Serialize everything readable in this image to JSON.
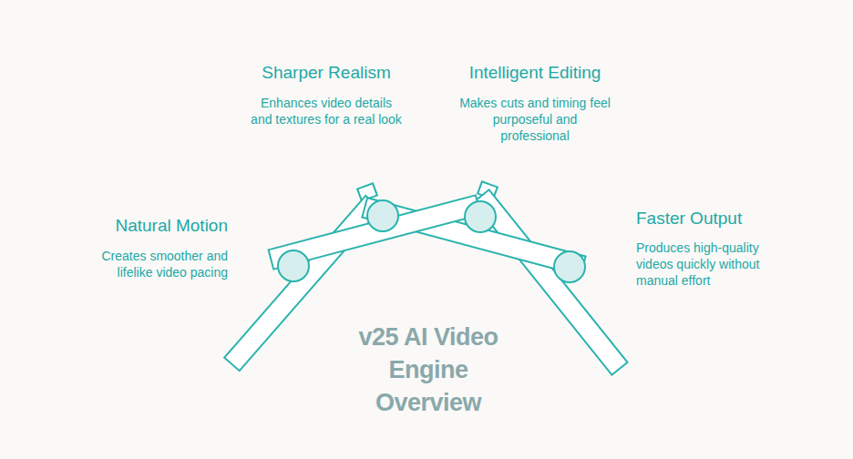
{
  "diagram": {
    "title": "v25 AI Video Engine Overview",
    "labels": [
      "Sharper Realism",
      "Enhances video details and textures for a real look",
      "Intelligent Editing",
      "Makes cuts and timing feel purposeful and professional",
      "Natural Motion",
      "Creates smoother and lifelike video pacing",
      "Faster Output",
      "Produces high-quality videos quickly without manual effort"
    ]
  }
}
